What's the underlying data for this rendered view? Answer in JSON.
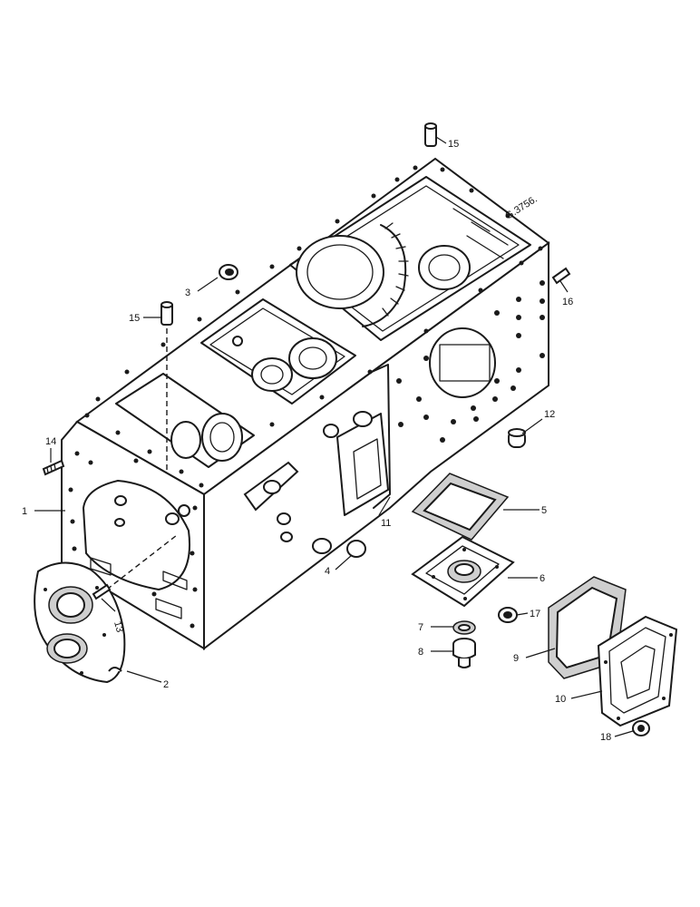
{
  "drawing_code": "G.3756.",
  "callouts": [
    {
      "id": "c1",
      "label": "1"
    },
    {
      "id": "c2",
      "label": "2"
    },
    {
      "id": "c3",
      "label": "3"
    },
    {
      "id": "c4",
      "label": "4"
    },
    {
      "id": "c5",
      "label": "5"
    },
    {
      "id": "c6",
      "label": "6"
    },
    {
      "id": "c7",
      "label": "7"
    },
    {
      "id": "c8",
      "label": "8"
    },
    {
      "id": "c9",
      "label": "9"
    },
    {
      "id": "c10",
      "label": "10"
    },
    {
      "id": "c11",
      "label": "11"
    },
    {
      "id": "c12",
      "label": "12"
    },
    {
      "id": "c13",
      "label": "13"
    },
    {
      "id": "c14",
      "label": "14"
    },
    {
      "id": "c15a",
      "label": "15"
    },
    {
      "id": "c15b",
      "label": "15"
    },
    {
      "id": "c16",
      "label": "16"
    },
    {
      "id": "c17",
      "label": "17"
    },
    {
      "id": "c18",
      "label": "18"
    }
  ]
}
